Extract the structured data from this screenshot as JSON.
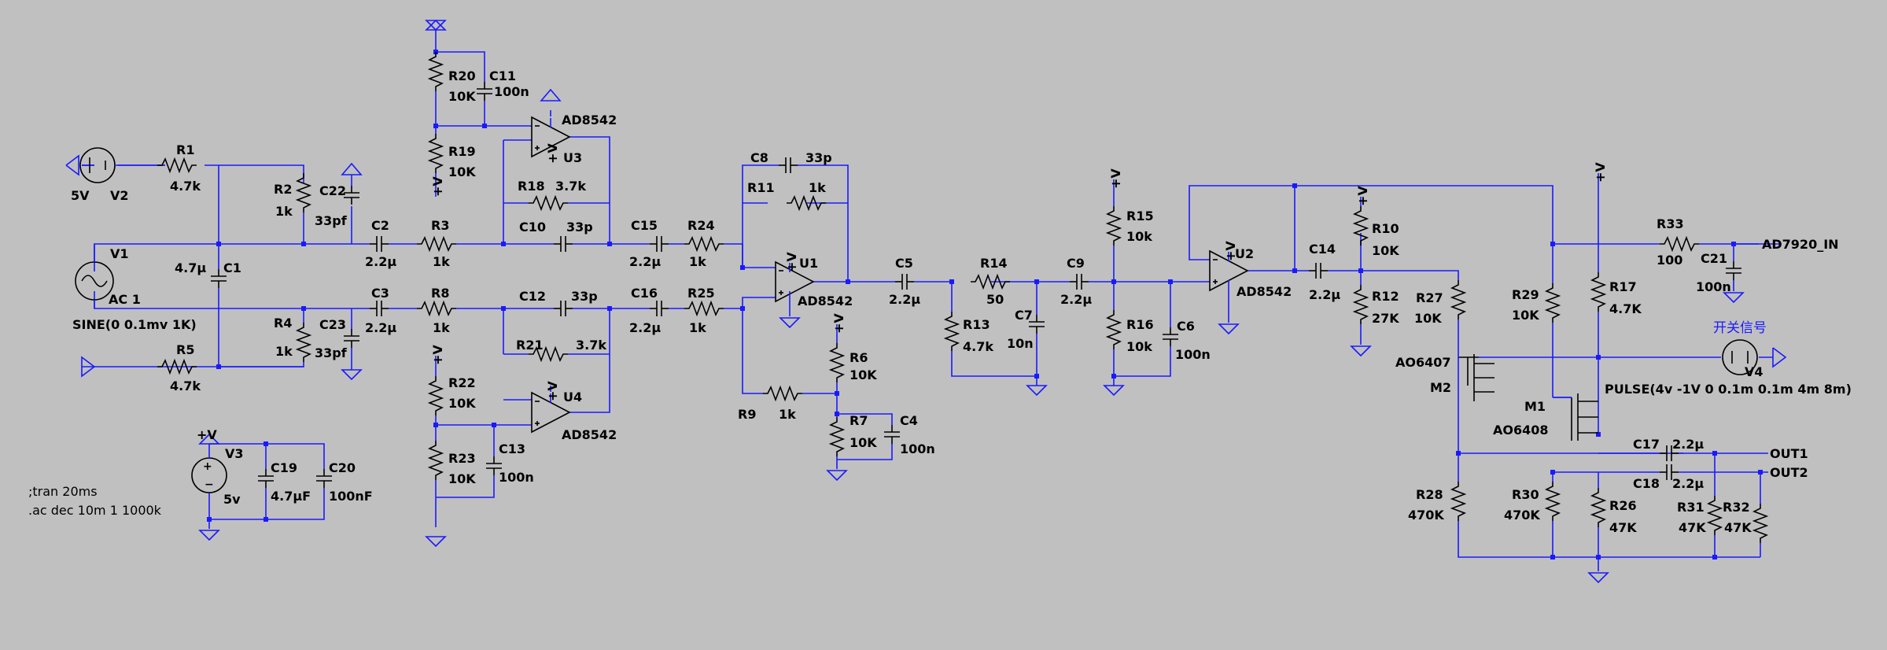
{
  "components": {
    "R1": {
      "ref": "R1",
      "value": "4.7k"
    },
    "R2": {
      "ref": "R2",
      "value": "1k"
    },
    "R3": {
      "ref": "R3",
      "value": "1k"
    },
    "R4": {
      "ref": "R4",
      "value": "1k"
    },
    "R5": {
      "ref": "R5",
      "value": "4.7k"
    },
    "R6": {
      "ref": "R6",
      "value": "10K"
    },
    "R7": {
      "ref": "R7",
      "value": "10K"
    },
    "R8": {
      "ref": "R8",
      "value": "1k"
    },
    "R9": {
      "ref": "R9",
      "value": "1k"
    },
    "R10": {
      "ref": "R10",
      "value": "10K"
    },
    "R11": {
      "ref": "R11",
      "value": "1k"
    },
    "R12": {
      "ref": "R12",
      "value": "27K"
    },
    "R13": {
      "ref": "R13",
      "value": "4.7k"
    },
    "R14": {
      "ref": "R14",
      "value": "50"
    },
    "R15": {
      "ref": "R15",
      "value": "10k"
    },
    "R16": {
      "ref": "R16",
      "value": "10k"
    },
    "R17": {
      "ref": "R17",
      "value": "4.7K"
    },
    "R18": {
      "ref": "R18",
      "value": "3.7k"
    },
    "R19": {
      "ref": "R19",
      "value": "10K"
    },
    "R20": {
      "ref": "R20",
      "value": "10K"
    },
    "R21": {
      "ref": "R21",
      "value": "3.7k"
    },
    "R22": {
      "ref": "R22",
      "value": "10K"
    },
    "R23": {
      "ref": "R23",
      "value": "10K"
    },
    "R24": {
      "ref": "R24",
      "value": "1k"
    },
    "R25": {
      "ref": "R25",
      "value": "1k"
    },
    "R26": {
      "ref": "R26",
      "value": "47K"
    },
    "R27": {
      "ref": "R27",
      "value": "10K"
    },
    "R28": {
      "ref": "R28",
      "value": "470K"
    },
    "R29": {
      "ref": "R29",
      "value": "10K"
    },
    "R30": {
      "ref": "R30",
      "value": "470K"
    },
    "R31": {
      "ref": "R31",
      "value": "47K"
    },
    "R32": {
      "ref": "R32",
      "value": "47K"
    },
    "R33": {
      "ref": "R33",
      "value": "100"
    },
    "C1": {
      "ref": "C1",
      "value": "4.7µ"
    },
    "C2": {
      "ref": "C2",
      "value": "2.2µ"
    },
    "C3": {
      "ref": "C3",
      "value": "2.2µ"
    },
    "C4": {
      "ref": "C4",
      "value": "100n"
    },
    "C5": {
      "ref": "C5",
      "value": "2.2µ"
    },
    "C6": {
      "ref": "C6",
      "value": "100n"
    },
    "C7": {
      "ref": "C7",
      "value": "10n"
    },
    "C8": {
      "ref": "C8",
      "value": "33p"
    },
    "C9": {
      "ref": "C9",
      "value": "2.2µ"
    },
    "C10": {
      "ref": "C10",
      "value": "33p"
    },
    "C11": {
      "ref": "C11",
      "value": "100n"
    },
    "C12": {
      "ref": "C12",
      "value": "33p"
    },
    "C13": {
      "ref": "C13",
      "value": "100n"
    },
    "C14": {
      "ref": "C14",
      "value": "2.2µ"
    },
    "C15": {
      "ref": "C15",
      "value": "2.2µ"
    },
    "C16": {
      "ref": "C16",
      "value": "2.2µ"
    },
    "C17": {
      "ref": "C17",
      "value": "2.2µ"
    },
    "C18": {
      "ref": "C18",
      "value": "2.2µ"
    },
    "C19": {
      "ref": "C19",
      "value": "4.7µF"
    },
    "C20": {
      "ref": "C20",
      "value": "100nF"
    },
    "C21": {
      "ref": "C21",
      "value": "100n"
    },
    "C22": {
      "ref": "C22",
      "value": "33pf"
    },
    "C23": {
      "ref": "C23",
      "value": "33pf"
    },
    "U1": {
      "ref": "U1",
      "value": "AD8542"
    },
    "U2": {
      "ref": "U2",
      "value": "AD8542"
    },
    "U3": {
      "ref": "U3",
      "value": "AD8542"
    },
    "U4": {
      "ref": "U4",
      "value": "AD8542"
    },
    "V1": {
      "ref": "V1",
      "value": "AC 1",
      "extra": "SINE(0 0.1mv 1K)"
    },
    "V2": {
      "ref": "V2",
      "value": "5V"
    },
    "V3": {
      "ref": "V3",
      "value": "5v"
    },
    "V4": {
      "ref": "V4",
      "value": "PULSE(4v -1V 0 0.1m 0.1m 4m 8m)"
    },
    "M1": {
      "ref": "M1",
      "value": "AO6408"
    },
    "M2": {
      "ref": "M2",
      "value": "AO6407"
    }
  },
  "labels": {
    "supply": "+V",
    "opamp_supply": "+V",
    "ad_in": "AD7920_IN",
    "out1": "OUT1",
    "out2": "OUT2",
    "switch_signal": "开关信号"
  },
  "directives": {
    "tran": ";tran 20ms",
    "ac": ".ac dec 10m 1 1000k"
  },
  "colors": {
    "background": "#c0c0c0",
    "wire": "#1a1aff",
    "component": "#000000"
  }
}
